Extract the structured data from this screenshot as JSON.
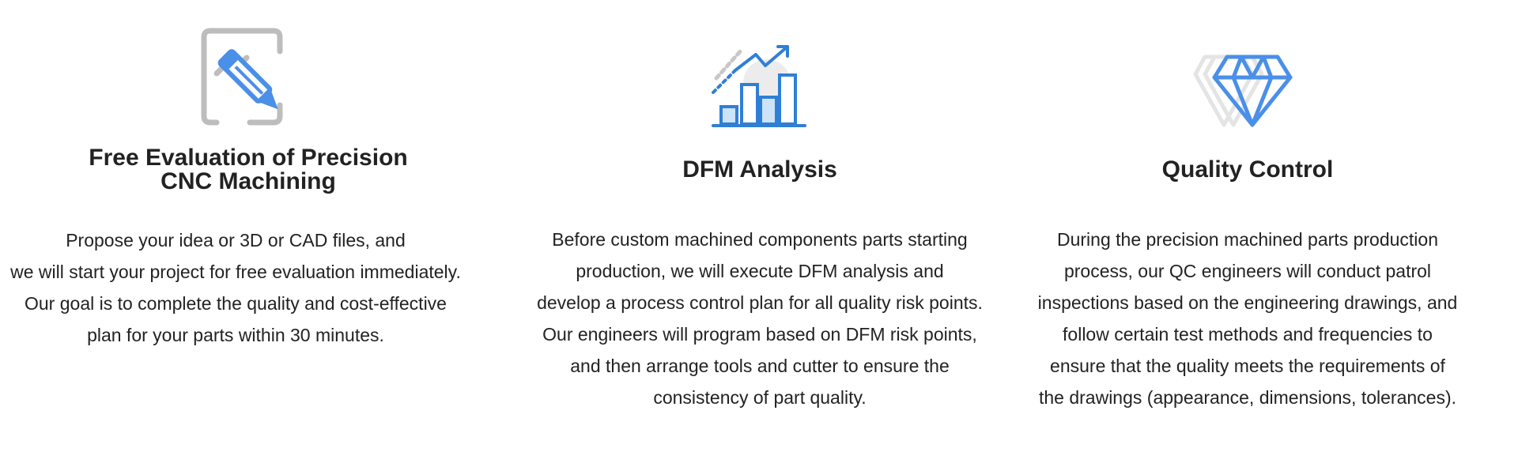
{
  "features": [
    {
      "icon": "evaluation-pencil-icon",
      "title_lines": [
        "Free Evaluation of Precision",
        "CNC Machining"
      ],
      "desc_lines": [
        "Propose your idea or 3D or CAD files, and",
        "we will start your project for free evaluation immediately.",
        "Our goal is to complete the quality and cost-effective",
        "plan for your parts within 30 minutes."
      ]
    },
    {
      "icon": "growth-chart-icon",
      "title_lines": [
        "DFM Analysis"
      ],
      "desc_lines": [
        "Before custom machined components parts starting",
        "production, we will execute DFM analysis and",
        "develop a process control plan for all quality risk points.",
        "Our engineers will program based on DFM risk points,",
        "and then arrange tools and cutter to ensure the",
        "consistency of part quality."
      ]
    },
    {
      "icon": "diamond-icon",
      "title_lines": [
        "Quality Control"
      ],
      "desc_lines": [
        "During the precision machined parts production",
        "process, our QC engineers will conduct patrol",
        "inspections based on the engineering drawings, and",
        "follow certain test methods and frequencies to",
        "ensure that the quality meets the requirements of",
        "the drawings (appearance, dimensions, tolerances)."
      ]
    }
  ],
  "colors": {
    "accent_blue": "#4a8fe8",
    "icon_gray": "#bdbdbd",
    "text": "#222222"
  }
}
